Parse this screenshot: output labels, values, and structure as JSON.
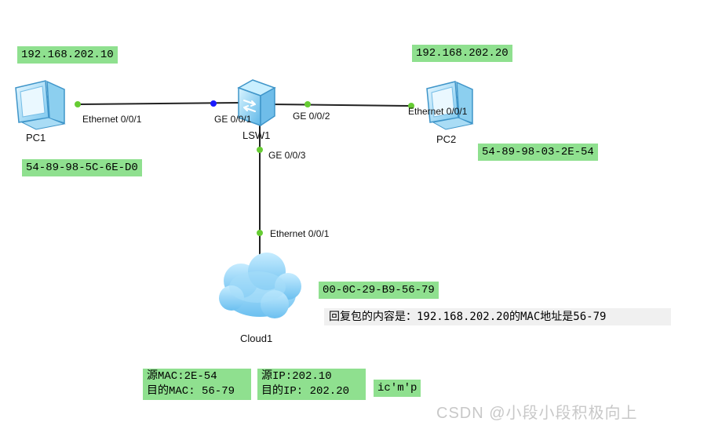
{
  "devices": {
    "pc1": {
      "label": "PC1",
      "ip": "192.168.202.10",
      "mac": "54-89-98-5C-6E-D0",
      "port": "Ethernet 0/0/1"
    },
    "pc2": {
      "label": "PC2",
      "ip": "192.168.202.20",
      "mac": "54-89-98-03-2E-54",
      "port": "Ethernet 0/0/1"
    },
    "lsw1": {
      "label": "LSW1",
      "port1": "GE 0/0/1",
      "port2": "GE 0/0/2",
      "port3": "GE 0/0/3"
    },
    "cloud1": {
      "label": "Cloud1",
      "mac": "00-0C-29-B9-56-79",
      "port": "Ethernet 0/0/1"
    }
  },
  "notes": {
    "reply": "回复包的内容是：192.168.202.20的MAC地址是56-79",
    "src_mac": "源MAC:2E-54",
    "dst_mac": "目的MAC: 56-79",
    "src_ip": "源IP:202.10",
    "dst_ip": "目的IP: 202.20",
    "proto": "ic'm'p"
  },
  "watermark": "CSDN @小段小段积极向上",
  "colors": {
    "label_bg": "#8fe08f",
    "link": "#222222",
    "port_dot": "#66cc33",
    "port_dot_active": "#1a1aff",
    "cloud": "#8fd0f5"
  }
}
